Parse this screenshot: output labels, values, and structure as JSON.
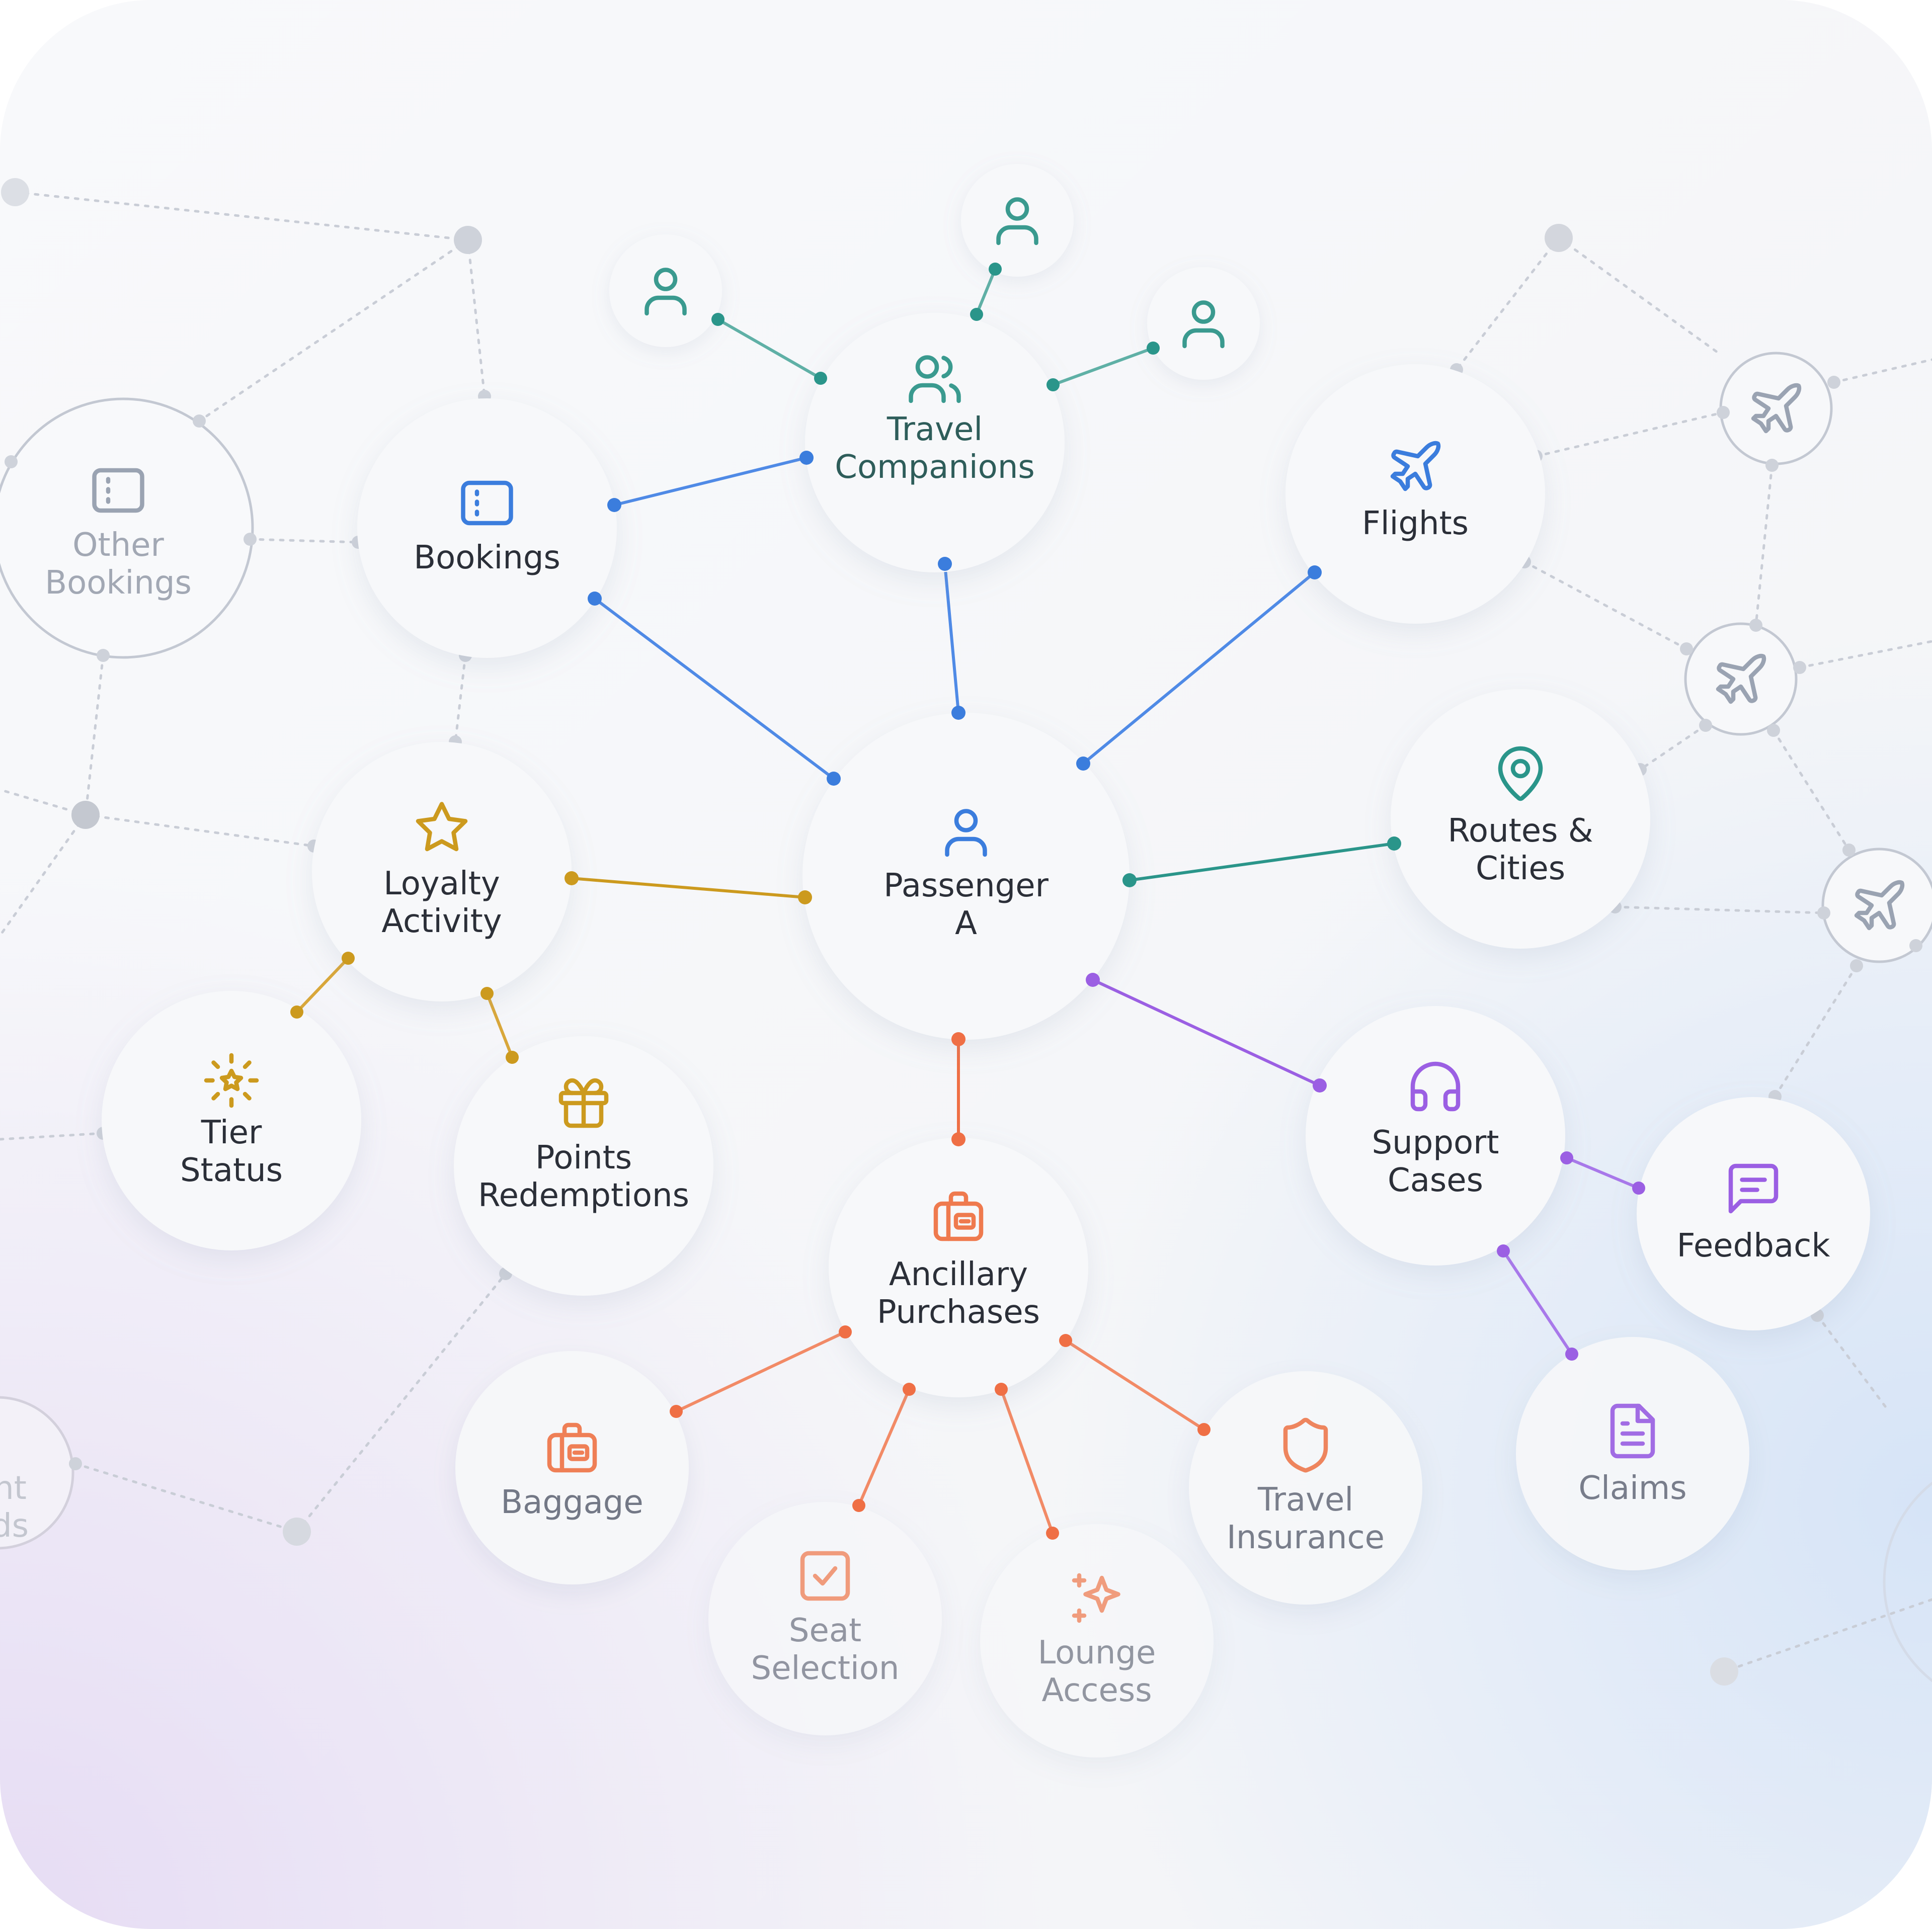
{
  "diagram": {
    "center": {
      "label": "Passenger A",
      "icon": "person-icon",
      "color": "#3b7ddd"
    },
    "nodes": [
      {
        "id": "bookings",
        "label": "Bookings",
        "icon": "booking-card-icon",
        "color": "#3b7ddd"
      },
      {
        "id": "travel-companions",
        "label": "Travel Companions",
        "icon": "people-icon",
        "color": "#3a9a8f"
      },
      {
        "id": "flights",
        "label": "Flights",
        "icon": "plane-icon",
        "color": "#3b7ddd"
      },
      {
        "id": "routes-cities",
        "label": "Routes & Cities",
        "icon": "map-pin-icon",
        "color": "#2a958a"
      },
      {
        "id": "loyalty-activity",
        "label": "Loyalty Activity",
        "icon": "star-icon",
        "color": "#cc9a1e"
      },
      {
        "id": "tier-status",
        "label": "Tier Status",
        "icon": "sparkle-star-icon",
        "color": "#cc9a1e"
      },
      {
        "id": "points-redemptions",
        "label": "Points Redemptions",
        "icon": "gift-icon",
        "color": "#cc9a1e"
      },
      {
        "id": "ancillary-purchases",
        "label": "Ancillary Purchases",
        "icon": "luggage-icon",
        "color": "#ef7a4e"
      },
      {
        "id": "baggage",
        "label": "Baggage",
        "icon": "luggage-icon",
        "color": "#ef7a4e"
      },
      {
        "id": "seat-selection",
        "label": "Seat Selection",
        "icon": "checkbox-icon",
        "color": "#ef7a4e"
      },
      {
        "id": "lounge-access",
        "label": "Lounge Access",
        "icon": "sparkles-icon",
        "color": "#ef7a4e"
      },
      {
        "id": "travel-insurance",
        "label": "Travel Insurance",
        "icon": "shield-icon",
        "color": "#ef7a4e"
      },
      {
        "id": "support-cases",
        "label": "Support Cases",
        "icon": "headset-icon",
        "color": "#9b5fe3"
      },
      {
        "id": "feedback",
        "label": "Feedback",
        "icon": "chat-icon",
        "color": "#9b5fe3"
      },
      {
        "id": "claims",
        "label": "Claims",
        "icon": "document-icon",
        "color": "#9b5fe3"
      },
      {
        "id": "companion-1",
        "label": "",
        "icon": "person-icon",
        "color": "#3a9a8f"
      },
      {
        "id": "companion-2",
        "label": "",
        "icon": "person-icon",
        "color": "#3a9a8f"
      },
      {
        "id": "companion-3",
        "label": "",
        "icon": "person-icon",
        "color": "#3a9a8f"
      },
      {
        "id": "other-bookings",
        "label": "Other Bookings",
        "icon": "booking-card-icon",
        "color": "#9aa3b2"
      },
      {
        "id": "plane-1",
        "label": "",
        "icon": "plane-icon",
        "color": "#9aa3b2"
      },
      {
        "id": "plane-2",
        "label": "",
        "icon": "plane-icon",
        "color": "#9aa3b2"
      },
      {
        "id": "plane-3",
        "label": "",
        "icon": "plane-icon",
        "color": "#9aa3b2"
      },
      {
        "id": "faded-left",
        "label": "nt ds",
        "icon": "",
        "color": "#b0b5c0"
      }
    ],
    "edges": [
      {
        "from": "passenger-a",
        "to": "bookings"
      },
      {
        "from": "passenger-a",
        "to": "travel-companions"
      },
      {
        "from": "passenger-a",
        "to": "flights"
      },
      {
        "from": "passenger-a",
        "to": "routes-cities"
      },
      {
        "from": "passenger-a",
        "to": "loyalty-activity"
      },
      {
        "from": "passenger-a",
        "to": "ancillary-purchases"
      },
      {
        "from": "passenger-a",
        "to": "support-cases"
      },
      {
        "from": "bookings",
        "to": "travel-companions"
      },
      {
        "from": "travel-companions",
        "to": "companion-1"
      },
      {
        "from": "travel-companions",
        "to": "companion-2"
      },
      {
        "from": "travel-companions",
        "to": "companion-3"
      },
      {
        "from": "loyalty-activity",
        "to": "tier-status"
      },
      {
        "from": "loyalty-activity",
        "to": "points-redemptions"
      },
      {
        "from": "ancillary-purchases",
        "to": "baggage"
      },
      {
        "from": "ancillary-purchases",
        "to": "seat-selection"
      },
      {
        "from": "ancillary-purchases",
        "to": "lounge-access"
      },
      {
        "from": "ancillary-purchases",
        "to": "travel-insurance"
      },
      {
        "from": "support-cases",
        "to": "feedback"
      },
      {
        "from": "support-cases",
        "to": "claims"
      }
    ]
  }
}
